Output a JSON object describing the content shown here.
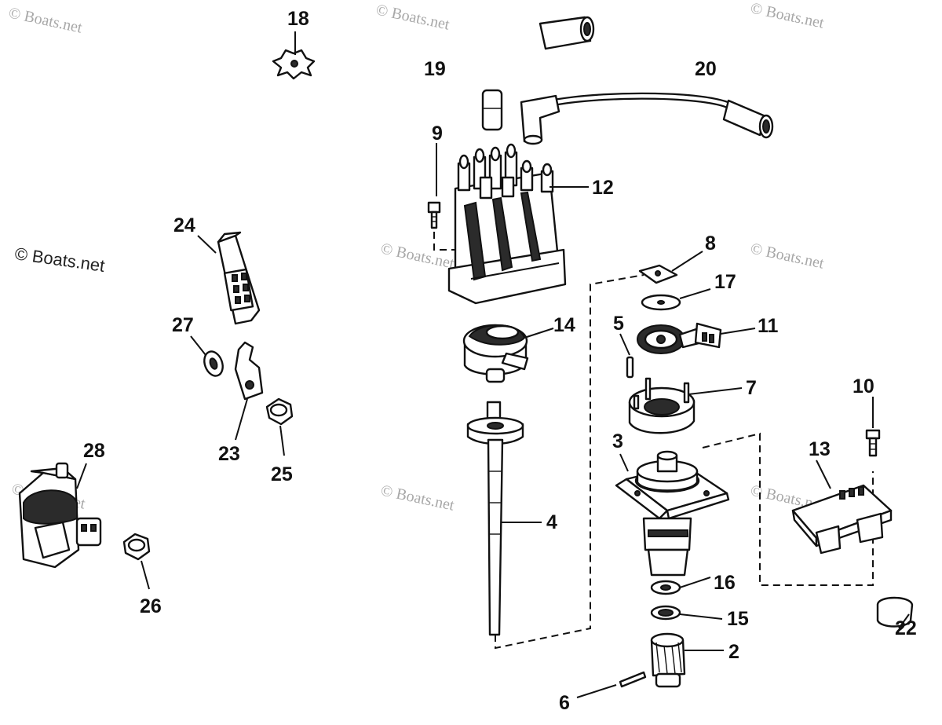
{
  "watermark": {
    "text": "© Boats.net"
  },
  "callouts": {
    "c2": "2",
    "c3": "3",
    "c4": "4",
    "c5": "5",
    "c6": "6",
    "c7": "7",
    "c8": "8",
    "c9": "9",
    "c10": "10",
    "c11": "11",
    "c12": "12",
    "c13": "13",
    "c14": "14",
    "c15": "15",
    "c16": "16",
    "c17": "17",
    "c18": "18",
    "c19": "19",
    "c20": "20",
    "c22": "22",
    "c23": "23",
    "c24": "24",
    "c25": "25",
    "c26": "26",
    "c27": "27",
    "c28": "28"
  }
}
